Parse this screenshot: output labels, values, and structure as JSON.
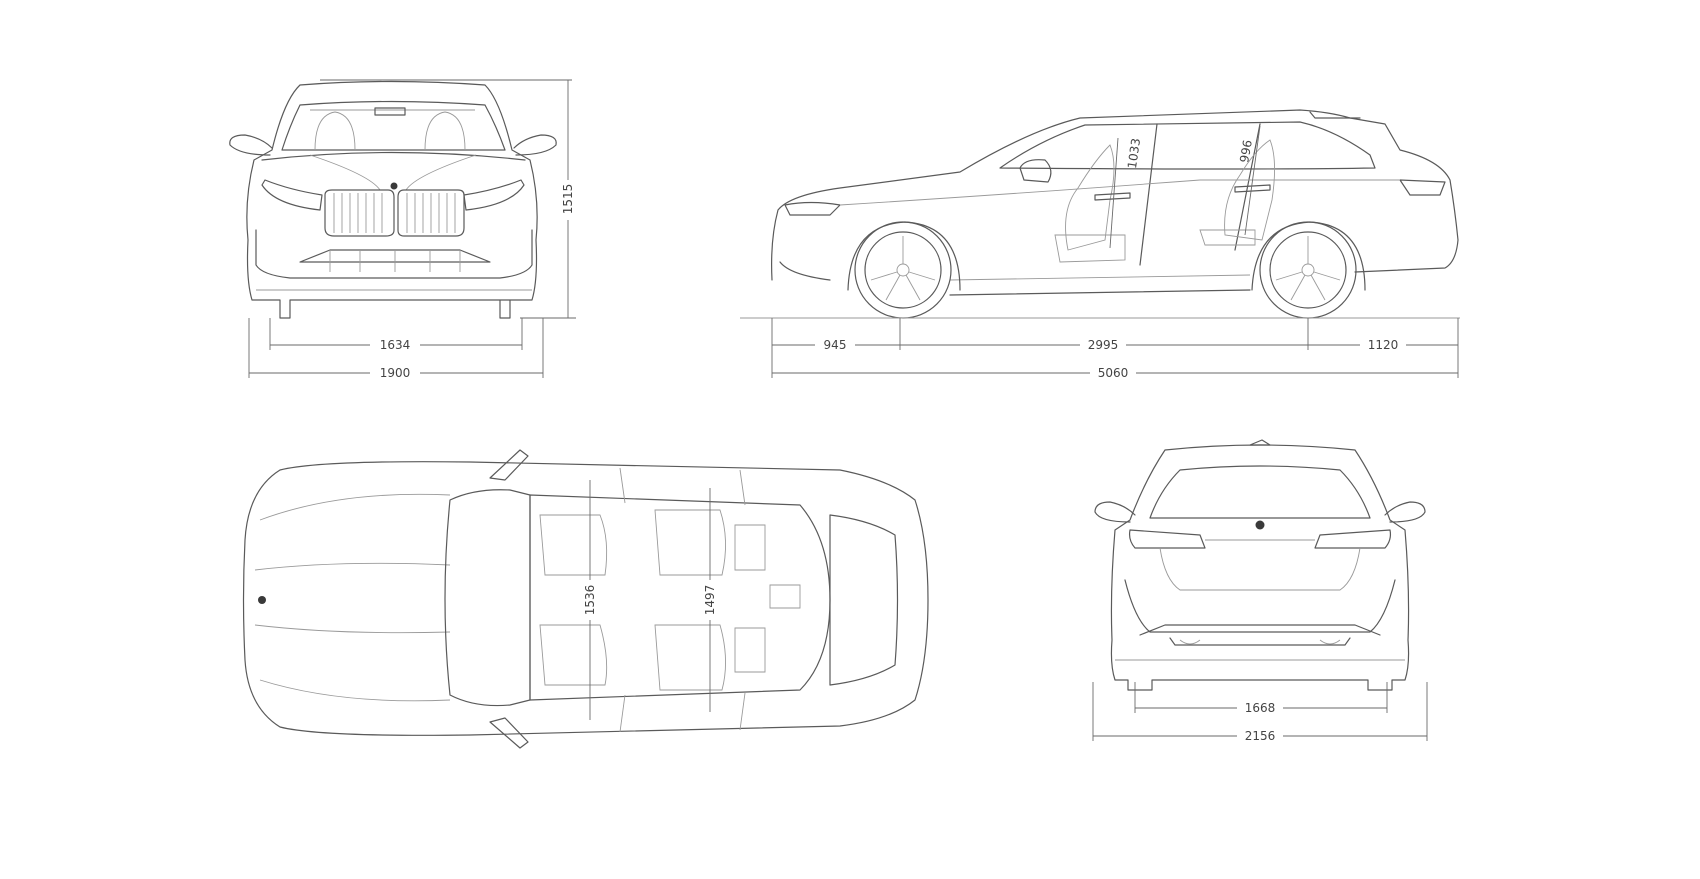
{
  "dimensions": {
    "front_track": "1634",
    "front_width": "1900",
    "height": "1515",
    "front_overhang": "945",
    "wheelbase": "2995",
    "rear_overhang": "1120",
    "length": "5060",
    "interior_height_front": "1033",
    "interior_height_rear": "996",
    "shoulder_width_front": "1536",
    "shoulder_width_rear": "1497",
    "rear_track": "1668",
    "rear_width": "2156"
  },
  "colors": {
    "line": "#5a5a5a",
    "dimension": "#6a6a6a",
    "background": "#ffffff"
  }
}
